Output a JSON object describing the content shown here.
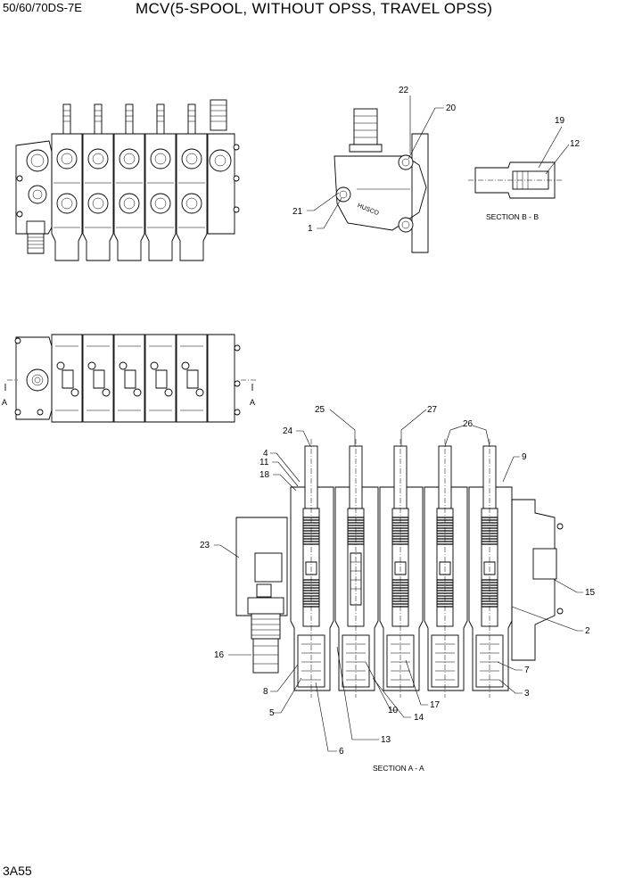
{
  "header": {
    "model": "50/60/70DS-7E",
    "title": "MCV(5-SPOOL, WITHOUT OPSS, TRAVEL OPSS)"
  },
  "footer": {
    "page_code": "3A55"
  },
  "views": {
    "section_b_label": "SECTION B - B",
    "section_a_label": "SECTION A - A",
    "cut_marker_left": "A",
    "cut_marker_right": "A",
    "stamp_text": "HUSCO"
  },
  "callouts": {
    "c1": "1",
    "c2": "2",
    "c3": "3",
    "c4": "4",
    "c5": "5",
    "c6": "6",
    "c7": "7",
    "c8": "8",
    "c9": "9",
    "c10": "10",
    "c11": "11",
    "c12": "12",
    "c13": "13",
    "c14": "14",
    "c15": "15",
    "c16": "16",
    "c17": "17",
    "c18": "18",
    "c19": "19",
    "c20": "20",
    "c21": "21",
    "c22": "22",
    "c23": "23",
    "c24": "24",
    "c25": "25",
    "c26": "26",
    "c27": "27"
  }
}
